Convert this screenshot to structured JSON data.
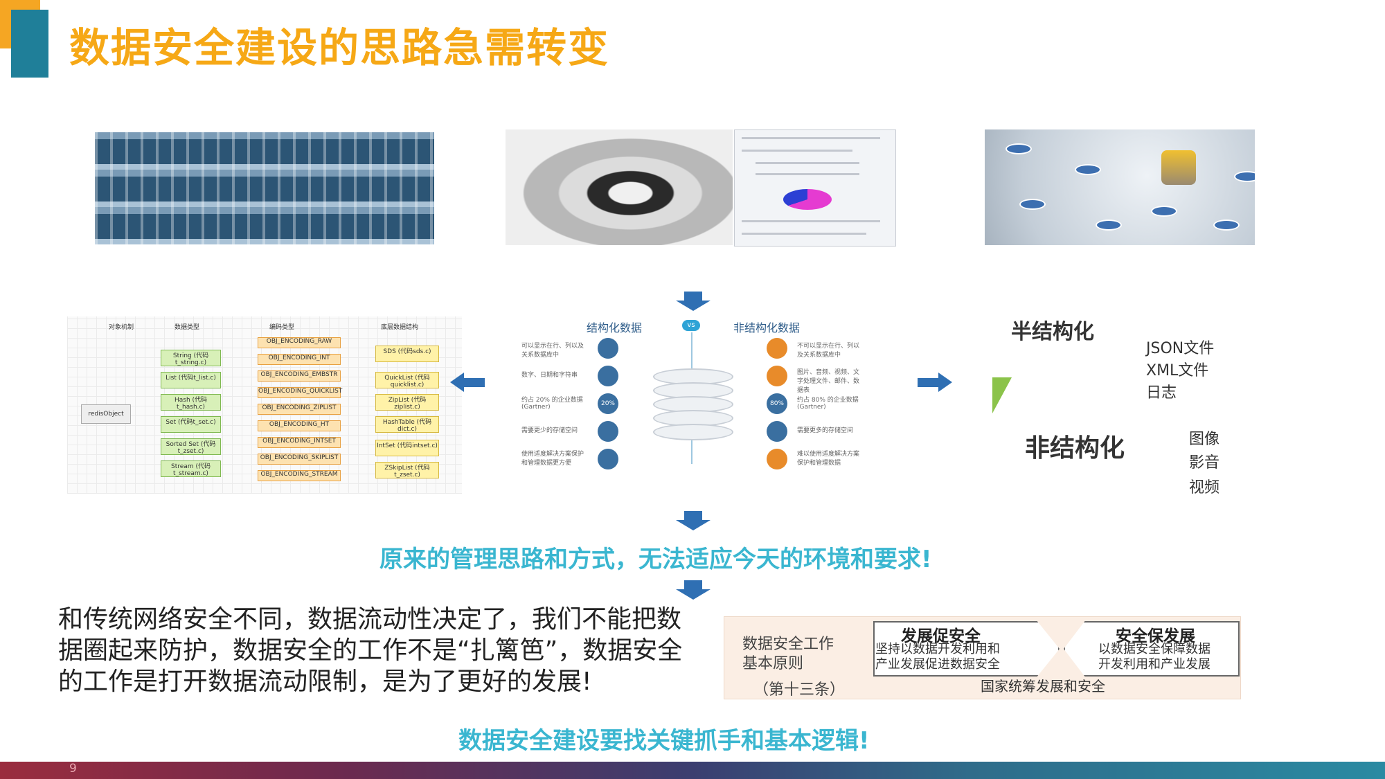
{
  "title": "数据安全建设的思路急需转变",
  "flow_chart": {
    "columns": [
      "对象机制",
      "数据类型",
      "编码类型",
      "底层数据结构"
    ],
    "root": "redisObject",
    "types": [
      "String\n(代码t_string.c)",
      "List\n(代码t_list.c)",
      "Hash\n(代码t_hash.c)",
      "Set\n(代码t_set.c)",
      "Sorted Set\n(代码t_zset.c)",
      "Stream\n(代码t_stream.c)"
    ],
    "encodings": [
      "OBJ_ENCODING_RAW",
      "OBJ_ENCODING_INT",
      "OBJ_ENCODING_EMBSTR",
      "OBJ_ENCODING_QUICKLIST",
      "OBJ_ENCODING_ZIPLIST",
      "OBJ_ENCODING_HT",
      "OBJ_ENCODING_INTSET",
      "OBJ_ENCODING_SKIPLIST",
      "OBJ_ENCODING_STREAM"
    ],
    "structures": [
      "SDS\n(代码sds.c)",
      "QuickList\n(代码quicklist.c)",
      "ZipList\n(代码ziplist.c)",
      "HashTable\n(代码dict.c)",
      "IntSet\n(代码intset.c)",
      "ZSkipList\n(代码t_zset.c)"
    ]
  },
  "compare": {
    "left_title": "结构化数据",
    "vs": "vs",
    "right_title": "非结构化数据",
    "left_items": [
      "可以显示在行、列以及关系数据库中",
      "数字、日期和字符串",
      "约占 20% 的企业数据 (Gartner)",
      "需要更少的存储空间",
      "使用适度解决方案保护和管理数据更方便"
    ],
    "right_items": [
      "不可以显示在行、列以及关系数据库中",
      "图片、音频、视频、文字处理文件、邮件、数据表",
      "约占 80% 的企业数据 (Gartner)",
      "需要更多的存储空间",
      "难以使用适度解决方案保护和管理数据"
    ],
    "left_badge": "20%",
    "right_badge": "80%"
  },
  "semi": {
    "semi_title": "半结构化",
    "semi_items": [
      "JSON文件",
      "XML文件",
      "日志"
    ],
    "unstruct_title": "非结构化",
    "unstruct_items": [
      "图像",
      "影音",
      "视频"
    ]
  },
  "statement1": "原来的管理思路和方式，无法适应今天的环境和要求!",
  "body_text": "和传统网络安全不同，数据流动性决定了，我们不能把数据圈起来防护，数据安全的工作不是“扎篱笆”，数据安全的工作是打开数据流动限制，是为了更好的发展!",
  "principle": {
    "label_line1": "数据安全工作",
    "label_line2": "基本原则",
    "article": "（第十三条）",
    "left_title": "发展促安全",
    "left_desc1": "坚持以数据开发利用和",
    "left_desc2": "产业发展促进数据安全",
    "right_title": "安全保发展",
    "right_desc1": "以数据安全保障数据",
    "right_desc2": "开发利用和产业发展",
    "bottom": "国家统筹发展和安全"
  },
  "statement2": "数据安全建设要找关键抓手和基本逻辑!",
  "page_number": "9",
  "colors": {
    "title": "#f6a816",
    "accent_cyan": "#3ab6d0",
    "arrow_blue": "#2f6fb3",
    "title_bar": "#1f7f99"
  }
}
